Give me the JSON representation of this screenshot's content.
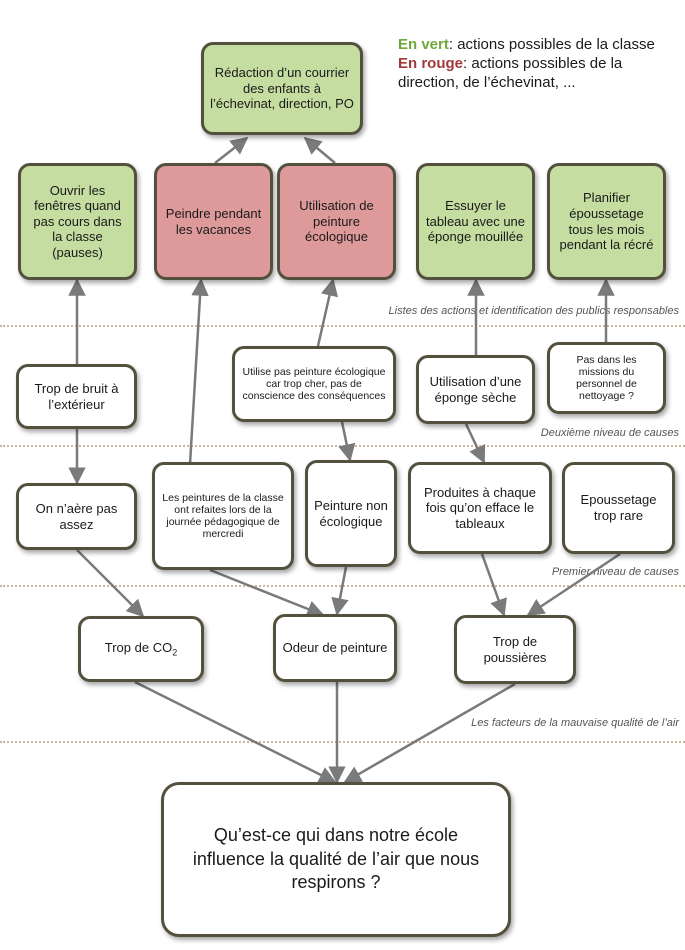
{
  "legend": {
    "green_key": "En vert",
    "green_text": ": actions possibles de la classe",
    "red_key": "En rouge",
    "red_text": ": actions possibles de la direction, de l’échevinat, ..."
  },
  "colors": {
    "green": "#c5dda0",
    "red": "#de9a9a",
    "border": "#54503e",
    "separator": "#c9b598"
  },
  "levels": {
    "actions": "Listes des actions et identification des publics responsables",
    "second": "Deuxième niveau de causes",
    "first": "Premier niveau de causes",
    "factors": "Les facteurs de la mauvaise qualité de l’air"
  },
  "boxes": {
    "redaction": "Rédaction d’un courrier des enfants à l’échevinat, direction, PO",
    "ouvrir": "Ouvrir les fenêtres quand pas cours dans la classe (pauses)",
    "peindre": "Peindre pendant les vacances",
    "utilisation": "Utilisation de peinture écologique",
    "essuyer": "Essuyer le tableau avec une éponge mouillée",
    "planifier": "Planifier époussetage tous les mois pendant la récré",
    "bruit": "Trop de bruit à l’extérieur",
    "utilise_pas": "Utilise pas peinture écologique car trop cher, pas de conscience des conséquences",
    "eponge_seche": "Utilisation d’une éponge sèche",
    "pas_missions": "Pas dans les missions du personnel de nettoyage ?",
    "aere": "On n’aère pas assez",
    "peintures_refaites": "Les peintures de la classe ont refaites lors de la journée pédagogique de mercredi",
    "non_eco": "Peinture non écologique",
    "produites": "Produites à chaque fois qu’on efface le tableaux",
    "rare": "Epoussetage trop rare",
    "co2_main": "Trop de CO",
    "co2_sub": "2",
    "odeur": "Odeur de peinture",
    "poussieres": "Trop de poussières",
    "question": "Qu’est-ce qui dans notre école influence la qualité de l’air que nous respirons ?"
  }
}
